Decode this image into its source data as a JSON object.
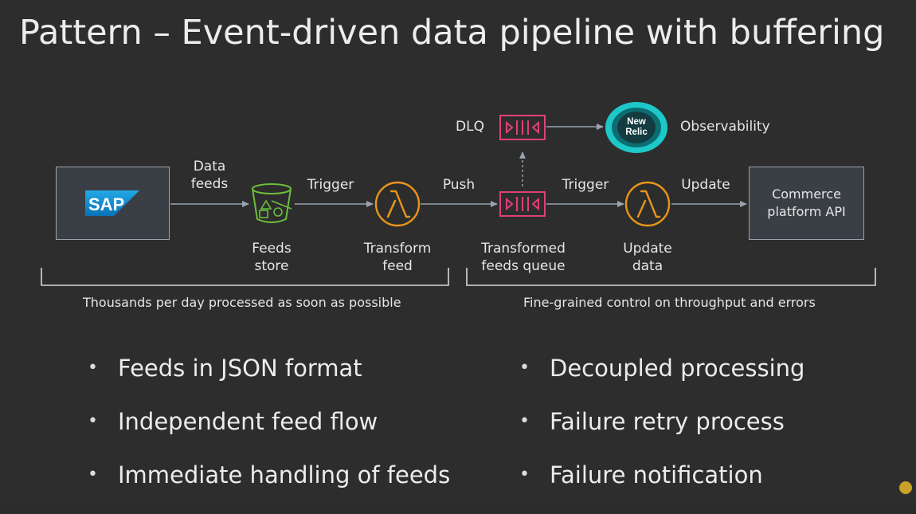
{
  "title": "Pattern – Event-driven data pipeline with buffering",
  "nodes": {
    "sap": {
      "logo_text": "SAP"
    },
    "feeds_store": {
      "label": "Feeds\nstore",
      "icon": "bucket-icon"
    },
    "transform_feed": {
      "label": "Transform\nfeed",
      "icon": "lambda-icon"
    },
    "transformed_queue": {
      "label": "Transformed\nfeeds queue",
      "icon": "queue-icon"
    },
    "dlq": {
      "label": "DLQ",
      "icon": "queue-icon"
    },
    "new_relic": {
      "line1": "New",
      "line2": "Relic"
    },
    "observability": {
      "label": "Observability"
    },
    "update_data": {
      "label": "Update\ndata",
      "icon": "lambda-icon"
    },
    "commerce": {
      "label": "Commerce\nplatform API"
    }
  },
  "edges": {
    "data_feeds": "Data\nfeeds",
    "trigger1": "Trigger",
    "push": "Push",
    "trigger2": "Trigger",
    "update": "Update"
  },
  "captions": {
    "left": "Thousands per day processed as soon as possible",
    "right": "Fine-grained control on throughput and errors"
  },
  "bullets_left": [
    "Feeds in JSON format",
    "Independent feed flow",
    "Immediate handling of feeds"
  ],
  "bullets_right": [
    "Decoupled processing",
    "Failure retry process",
    "Failure notification"
  ],
  "bullet_glyph": "•",
  "colors": {
    "background": "#2d2d2d",
    "lambda": "#e8951c",
    "queue": "#e0407a",
    "bucket": "#6bbf3c",
    "sap_blue": "#1a9ddb",
    "new_relic": "#1ec8c8",
    "arrow": "#9aa3ad"
  }
}
